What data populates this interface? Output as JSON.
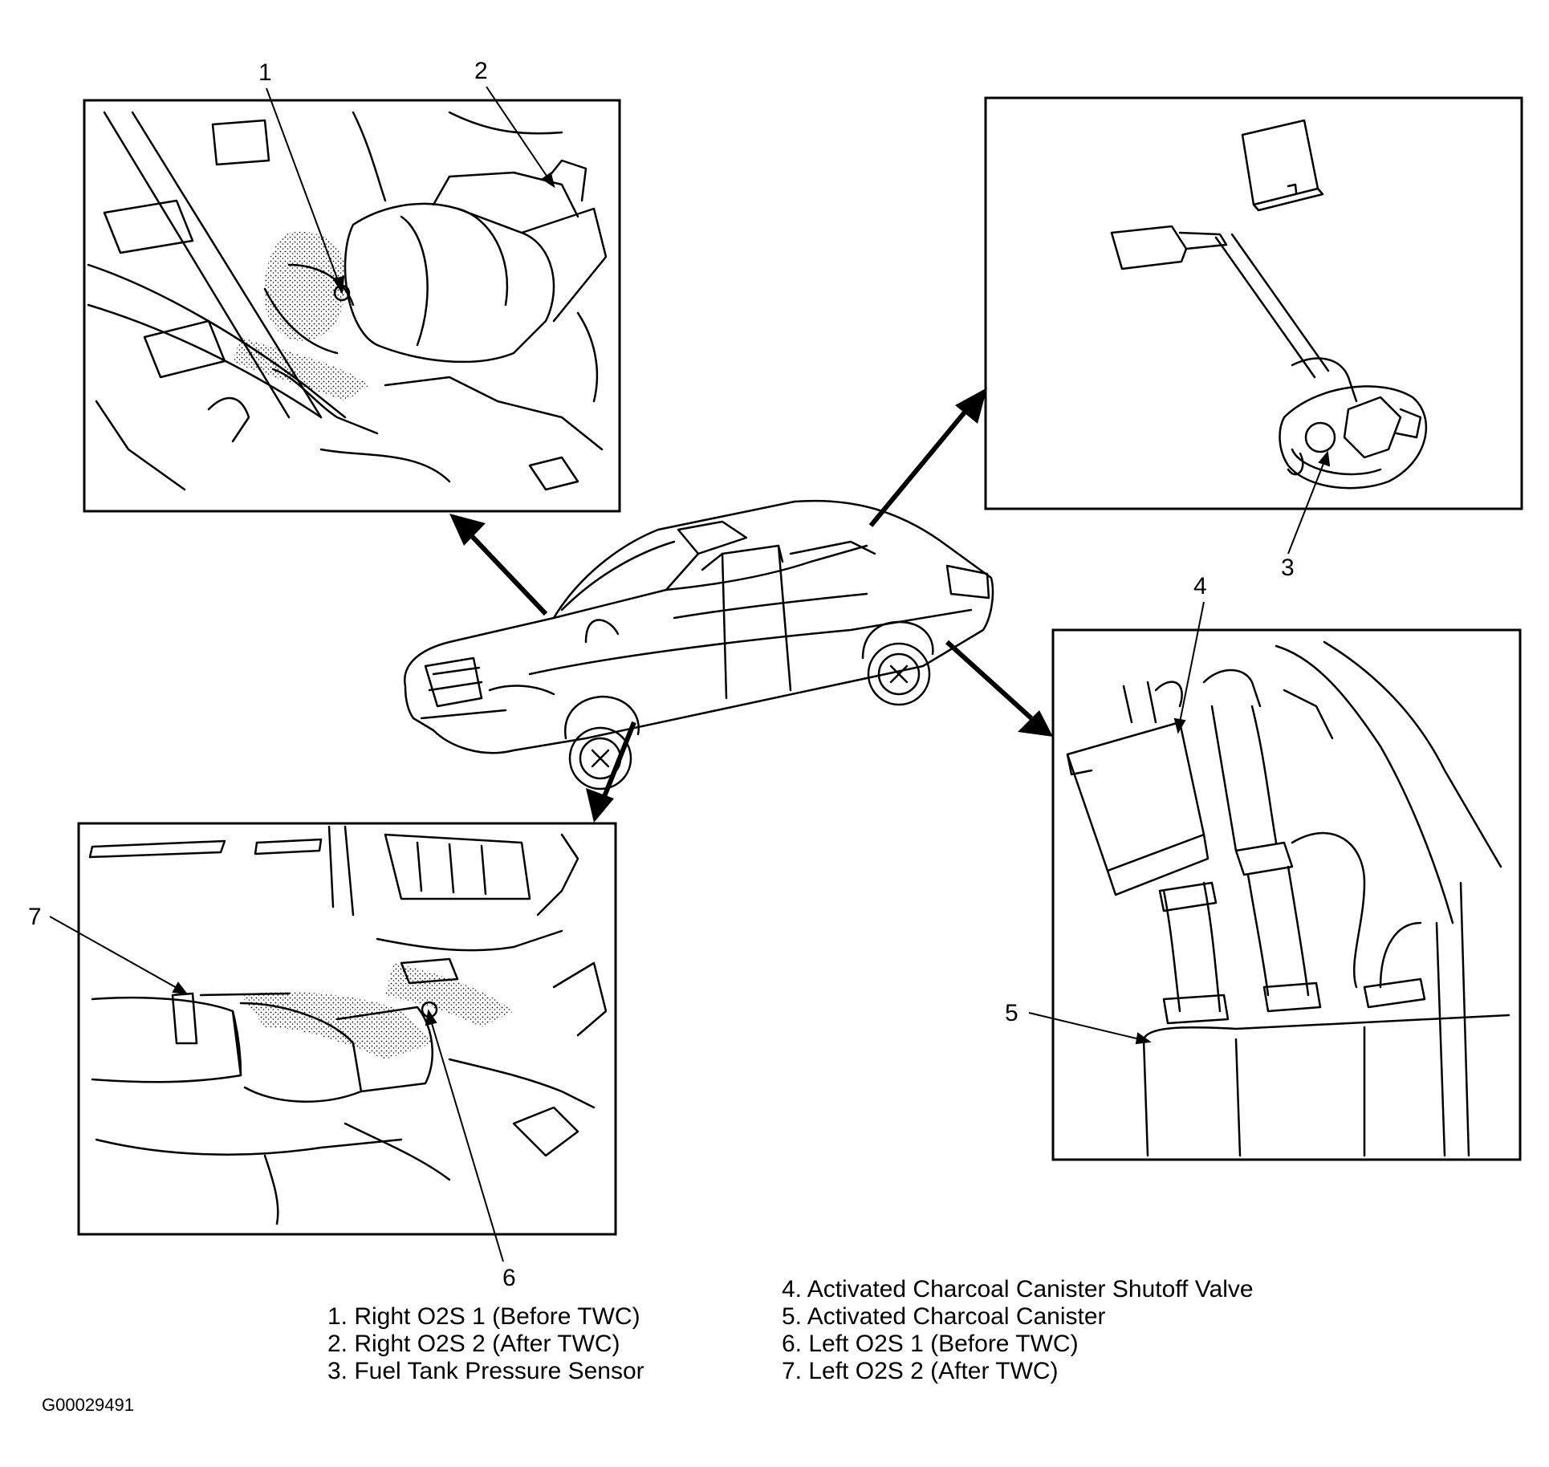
{
  "callouts": [
    "1",
    "2",
    "3",
    "4",
    "5",
    "6",
    "7"
  ],
  "legend_left": [
    "1. Right O2S 1 (Before TWC)",
    "2. Right O2S 2 (After TWC)",
    "3. Fuel Tank Pressure Sensor"
  ],
  "legend_right": [
    "4. Activated Charcoal Canister Shutoff Valve",
    "5. Activated Charcoal Canister",
    "6. Left O2S 1 (Before TWC)",
    "7. Left O2S 2 (After TWC)"
  ],
  "figure_id": "G00029491"
}
